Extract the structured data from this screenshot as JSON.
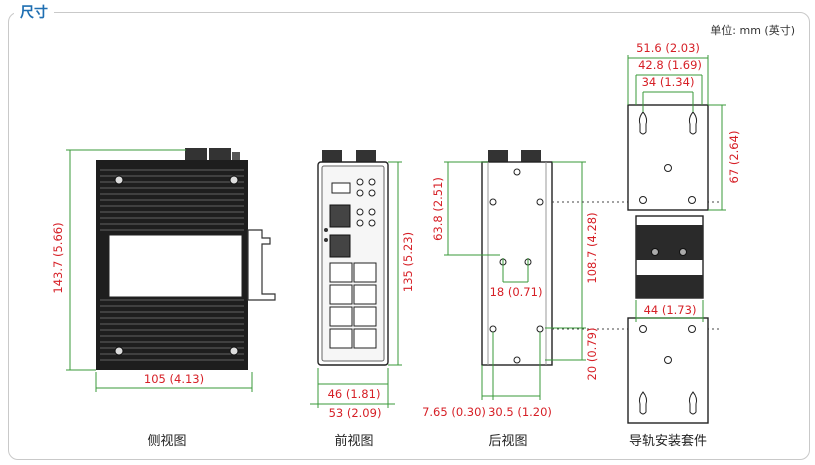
{
  "section_title": "尺寸",
  "unit_note": "单位: mm (英寸)",
  "captions": {
    "side": "侧视图",
    "front": "前视图",
    "rear": "后视图",
    "din": "导轨安装套件"
  },
  "dimensions": {
    "side_height": "143.7 (5.66)",
    "side_width": "105 (4.13)",
    "front_height": "135 (5.23)",
    "front_inner_width": "46 (1.81)",
    "front_outer_width": "53 (2.09)",
    "rear_top": "63.8 (2.51)",
    "rear_right": "108.7 (4.28)",
    "rear_hole": "18 (0.71)",
    "rear_bottom": "20 (0.79)",
    "rear_edge": "7.65 (0.30)",
    "rear_spacing": "30.5 (1.20)",
    "din_w1": "51.6 (2.03)",
    "din_w2": "42.8 (1.69)",
    "din_w3": "34 (1.34)",
    "din_height": "67 (2.64)",
    "din_rail": "44 (1.73)"
  },
  "colors": {
    "title": "#1f6fb2",
    "dimension_text": "#d61f26",
    "dimension_line": "#3a9a3a",
    "device_body": "#1e1e1e"
  }
}
